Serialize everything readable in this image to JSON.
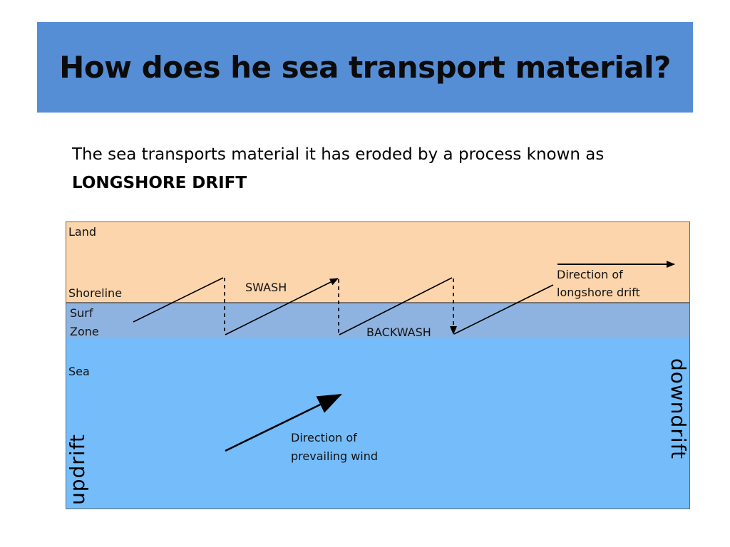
{
  "title": "How does he sea transport material?",
  "intro": {
    "text": "The sea transports material it has eroded by a process known as ",
    "emphasis": "LONGSHORE DRIFT"
  },
  "diagram": {
    "zones": {
      "land": "Land",
      "shoreline": "Shoreline",
      "surf_line1": "Surf",
      "surf_line2": "Zone",
      "sea": "Sea"
    },
    "swash": "SWASH",
    "backwash": "BACKWASH",
    "drift_label_line1": "Direction of",
    "drift_label_line2": "longshore drift",
    "wind_label_line1": "Direction of",
    "wind_label_line2": "prevailing wind",
    "updrift": "updrift",
    "downdrift": "downdrift",
    "colors": {
      "land": "#fcd5ac",
      "surf": "#8eb3e0",
      "sea": "#75bcfa",
      "title_bg": "#558ed5"
    }
  }
}
